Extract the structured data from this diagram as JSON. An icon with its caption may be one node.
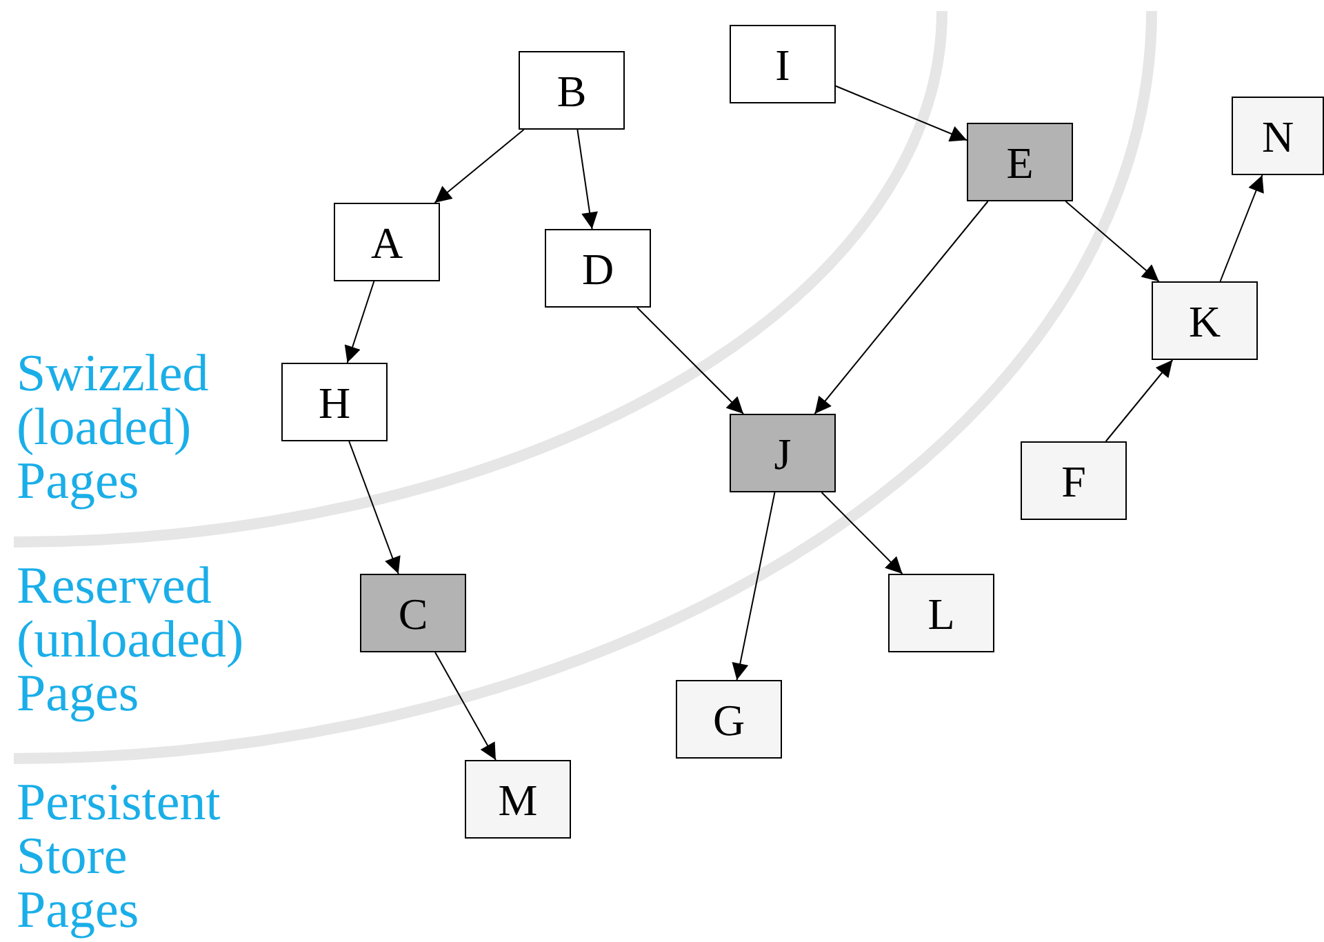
{
  "diagram": {
    "nodes": [
      {
        "text": [
          "B"
        ]
      },
      {
        "text": [
          "A"
        ]
      },
      {
        "text": [
          "D"
        ]
      },
      {
        "text": [
          "I"
        ]
      },
      {
        "text": [
          "E"
        ]
      },
      {
        "text": [
          "N"
        ]
      },
      {
        "text": [
          "K"
        ]
      },
      {
        "text": [
          "H"
        ]
      },
      {
        "text": [
          "J"
        ]
      },
      {
        "text": [
          "F"
        ]
      },
      {
        "text": [
          "C"
        ]
      },
      {
        "text": [
          "L"
        ]
      },
      {
        "text": [
          "G"
        ]
      },
      {
        "text": [
          "M"
        ]
      }
    ],
    "edges": [
      {
        "from": 0,
        "to": 1,
        "arrow": "to"
      },
      {
        "from": 0,
        "to": 2,
        "arrow": "to"
      },
      {
        "from": 1,
        "to": 7,
        "arrow": "to"
      },
      {
        "from": 7,
        "to": 10,
        "arrow": "to"
      },
      {
        "from": 10,
        "to": 13,
        "arrow": "to"
      },
      {
        "from": 2,
        "to": 8,
        "arrow": "to"
      },
      {
        "from": 3,
        "to": 4,
        "arrow": "to"
      },
      {
        "from": 4,
        "to": 8,
        "arrow": "to"
      },
      {
        "from": 4,
        "to": 6,
        "arrow": "to"
      },
      {
        "from": 6,
        "to": 5,
        "arrow": "to"
      },
      {
        "from": 9,
        "to": 6,
        "arrow": "to"
      },
      {
        "from": 8,
        "to": 12,
        "arrow": "to"
      },
      {
        "from": 8,
        "to": 11,
        "arrow": "to"
      }
    ],
    "labels": [
      "Swizzled (loaded) Pages",
      "Reserved (unloaded) Pages",
      "Persistent Store Pages"
    ]
  }
}
